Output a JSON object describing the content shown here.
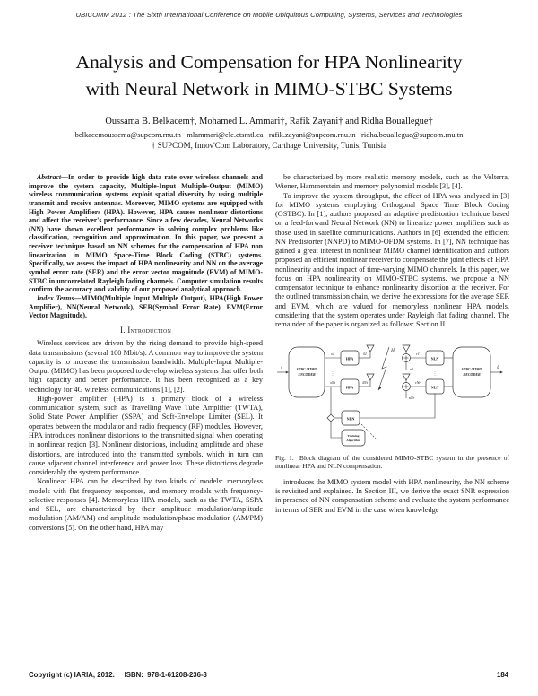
{
  "page": {
    "header": "UBICOMM 2012 : The Sixth International Conference on Mobile Ubiquitous Computing, Systems, Services and Technologies",
    "footer_left": "Copyright (c) IARIA, 2012.     ISBN:  978-1-61208-236-3",
    "footer_page": "184"
  },
  "title": {
    "line1": "Analysis and Compensation for HPA Nonlinearity",
    "line2": "with Neural Network in MIMO-STBC Systems"
  },
  "authors": {
    "names": "Oussama B. Belkacem†, Mohamed L. Ammari†, Rafik Zayani† and Ridha Bouallegue†",
    "emails": "belkacemoussema@supcom.rnu.tn   mlammari@ele.etsmtl.ca   rafik.zayani@supcom.rnu.tn   ridha.bouallegue@supcom.rnu.tn",
    "affiliation": "† SUPCOM, Innov'Com Laboratory, Carthage University, Tunis, Tunisia"
  },
  "abstract": {
    "lead": "Abstract",
    "body": "—In order to provide high data rate over wireless channels and improve the system capacity, Multiple-Input Multiple-Output (MIMO) wireless communication systems exploit spatial diversity by using multiple transmit and receive antennas. Moreover, MIMO systems are equipped with High Power Amplifiers (HPA). However, HPA causes nonlinear distortions and affect the receiver's performance. Since a few decades, Neural Networks (NN) have shown excellent performance in solving complex problems like classification, recognition and approximation. In this paper, we present a receiver technique based on NN schemes for the compensation of HPA non linearization in MIMO Space-Time Block Coding (STBC) systems. Specifically, we assess the impact of HPA nonlinearity and NN on the average symbol error rate (SER) and the error vector magnitude (EVM) of MIMO-STBC in uncorrelated Rayleigh fading channels. Computer simulation results confirm the accuracy and validity of our proposed analytical approach."
  },
  "index_terms": {
    "lead": "Index Terms",
    "body": "—MIMO(Multiple Input Multiple Output), HPA(High Power Amplifier), NN(Neural Network), SER(Symbol Error Rate), EVM(Error Vector Magnitude)."
  },
  "sections": {
    "intro_heading": "I. Introduction"
  },
  "left_column": {
    "p1": "Wireless services are driven by the rising demand to provide high-speed data transmissions (several 100 Mbit/s). A common way to improve the system capacity is to increase the transmission bandwidth. Multiple-Input Multiple-Output (MIMO) has been proposed to develop wireless systems that offer both high capacity and better performance. It has been recognized as a key technology for 4G wireless communications [1], [2].",
    "p2": "High-power amplifier (HPA) is a primary block of a wireless communication system, such as Travelling Wave Tube Amplifier (TWTA), Solid State Power Amplifier (SSPA) and Soft-Envelope Limiter (SEL). It operates between the modulator and radio frequency (RF) modules. However, HPA introduces nonlinear distortions to the transmitted signal when operating in nonlinear region [3]. Nonlinear distortions, including amplitude and phase distortions, are introduced into the transmitted symbols, which in turn can cause adjacent channel interference and power loss. These distortions degrade considerably the system performance.",
    "p3": "Nonlinear HPA can be described by two kinds of models: memoryless models with flat frequency responses, and memory models with frequency-selective responses [4]. Memoryless HPA models, such as the TWTA, SSPA and SEL, are characterized by their amplitude modulation/amplitude modulation (AM/AM) and amplitude modulation/phase modulation (AM/PM) conversions [5]. On the other hand, HPA may"
  },
  "right_column": {
    "p1": "be characterized by more realistic memory models, such as the Volterra, Wiener, Hammerstein and memory polynomial models [3], [4].",
    "p2": "To improve the system throughput, the effect of HPA was analyzed in [3] for MIMO systems employing Orthogonal Space Time Block Coding (OSTBC). In [1], authors proposed an adaptive predistortion technique based on a feed-forward Neural Network (NN) to linearize power amplifiers such as those used in satellite communications. Authors in [6] extended the efficient NN Predistorter (NNPD) to MIMO-OFDM systems. In [7], NN technique has gained a great interest in nonlinear MIMO channel identification and authors proposed an efficient nonlinear receiver to compensate the joint effects of HPA nonlinearity and the impact of time-varying MIMO channels. In this paper, we focus on HPA nonlinearity on MIMO-STBC systems. we propose a NN compensator technique to enhance nonlinearity distortion at the receiver. For the outlined transmission chain, we derive the expressions for the average SER and EVM, which are valued for memoryless nonlinear HPA models, considering that the system operates under Rayleigh flat fading channel. The remainder of the paper is organized as follows: Section II",
    "p3": "introduces the MIMO system model with HPA nonlinearity, the NN scheme is revisited and explained. In Section III, we derive the exact SNR expression in presence of NN compensation scheme and evaluate the system performance in terms of SER and EVM in the case when knowledge"
  },
  "figure": {
    "caption_label": "Fig. 1.",
    "caption_text": "Block diagram of the considered MIMO-STBC system in the presence of nonlinear HPA and NLN compensation.",
    "labels": {
      "input": "s",
      "output": "ŝ",
      "encoder_l1": "STBC-MIMO",
      "encoder_l2": "ENCODER",
      "decoder_l1": "STBC-MIMO",
      "decoder_l2": "DECODER",
      "hpa": "HPA",
      "nln": "NLN",
      "channel": "H",
      "x1": "x1",
      "xnt": "xNt",
      "xt1": "x̃1",
      "xtnt": "x̃Nt",
      "n1": "n1",
      "nnr": "nNr",
      "r1": "r1",
      "rnr": "rNr",
      "train_l1": "Training",
      "train_l2": "Algorithm",
      "dots": "⋮"
    }
  }
}
